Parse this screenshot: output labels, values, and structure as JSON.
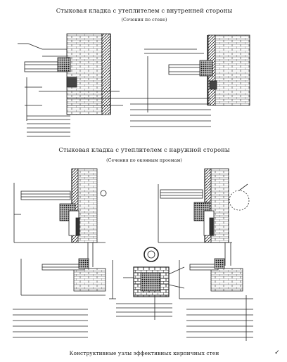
{
  "sheet": {
    "title_top": "Стыковая кладка с утеплителем с внутренней стороны",
    "subtitle_top": "(Сечения по стене)",
    "title_middle": "Стыковая кладка с утеплителем с наружной стороны",
    "subtitle_middle": "(Сечения по оконным проемам)",
    "footer": "Конструктивные узлы эффективных кирпичных стен",
    "corner_mark": "✓"
  }
}
